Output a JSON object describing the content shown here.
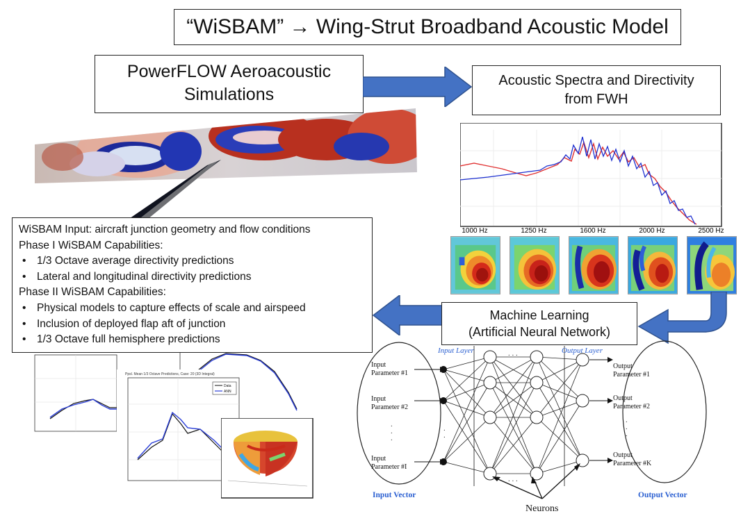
{
  "title": "“WiSBAM” → Wing-Strut Broadband Acoustic Model",
  "powerflow": {
    "line1": "PowerFLOW Aeroacoustic",
    "line2": "Simulations"
  },
  "spectra": {
    "line1": "Acoustic Spectra and Directivity",
    "line2": "from FWH"
  },
  "ml": {
    "line1": "Machine Learning",
    "line2": "(Artificial Neural Network)"
  },
  "wisbam": {
    "lines": [
      {
        "text": "WiSBAM Input: aircraft junction geometry and flow conditions",
        "bullet": false
      },
      {
        "text": "Phase I WiSBAM Capabilities:",
        "bullet": false
      },
      {
        "text": "1/3 Octave average directivity predictions",
        "bullet": true
      },
      {
        "text": "Lateral and longitudinal directivity predictions",
        "bullet": true
      },
      {
        "text": "Phase II WiSBAM Capabilities:",
        "bullet": false
      },
      {
        "text": "Physical models to capture effects of scale and airspeed",
        "bullet": true
      },
      {
        "text": "Inclusion of deployed flap aft of junction",
        "bullet": true
      },
      {
        "text": "1/3 Octave full hemisphere predictions",
        "bullet": true
      }
    ]
  },
  "frequencies": [
    "1000 Hz",
    "1250 Hz",
    "1600 Hz",
    "2000 Hz",
    "2500 Hz"
  ],
  "nn": {
    "input_layer": "Input Layer",
    "output_layer": "Output Layer",
    "input_vector": "Input Vector",
    "output_vector": "Output Vector",
    "neurons": "Neurons",
    "inputs": [
      "Input Parameter  #1",
      "Input Parameter  #2",
      "Input Parameter  #I"
    ],
    "outputs": [
      "Output Parameter  #1",
      "Output Parameter  #2",
      "Output Parameter  #K"
    ]
  },
  "plot_legend": [
    "Data",
    "ANN"
  ],
  "colors": {
    "arrow": "#4472C4",
    "red": "#d62728",
    "blue": "#1f3fd6"
  }
}
